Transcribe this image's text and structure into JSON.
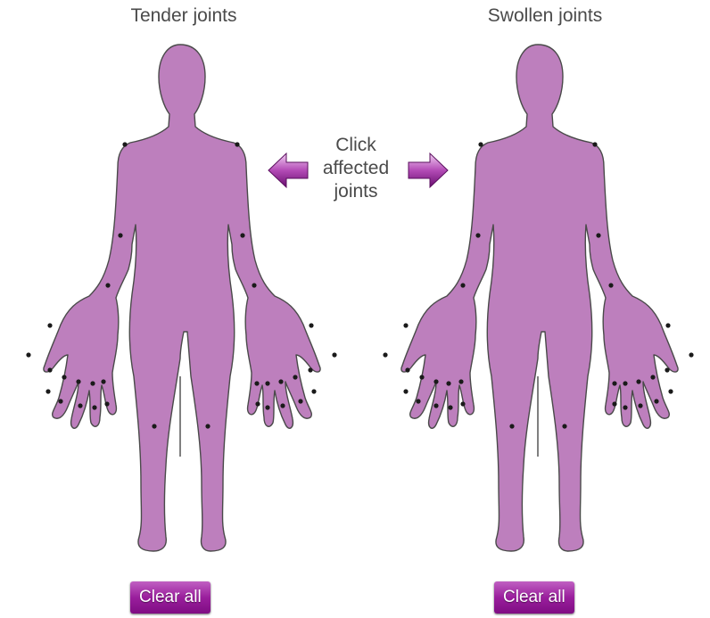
{
  "panels": {
    "left": {
      "title": "Tender joints",
      "clear_label": "Clear all"
    },
    "right": {
      "title": "Swollen joints",
      "clear_label": "Clear all"
    }
  },
  "instruction": {
    "line1": "Click",
    "line2": "affected",
    "line3": "joints"
  },
  "colors": {
    "body": "#bd7fbd",
    "outline": "#4a4a4a",
    "joint": "#1a1a1a",
    "button": "#9a1f9d",
    "arrow": "#8a2a90"
  },
  "icons": {
    "left_arrow": "arrow-left-icon",
    "right_arrow": "arrow-right-icon"
  }
}
